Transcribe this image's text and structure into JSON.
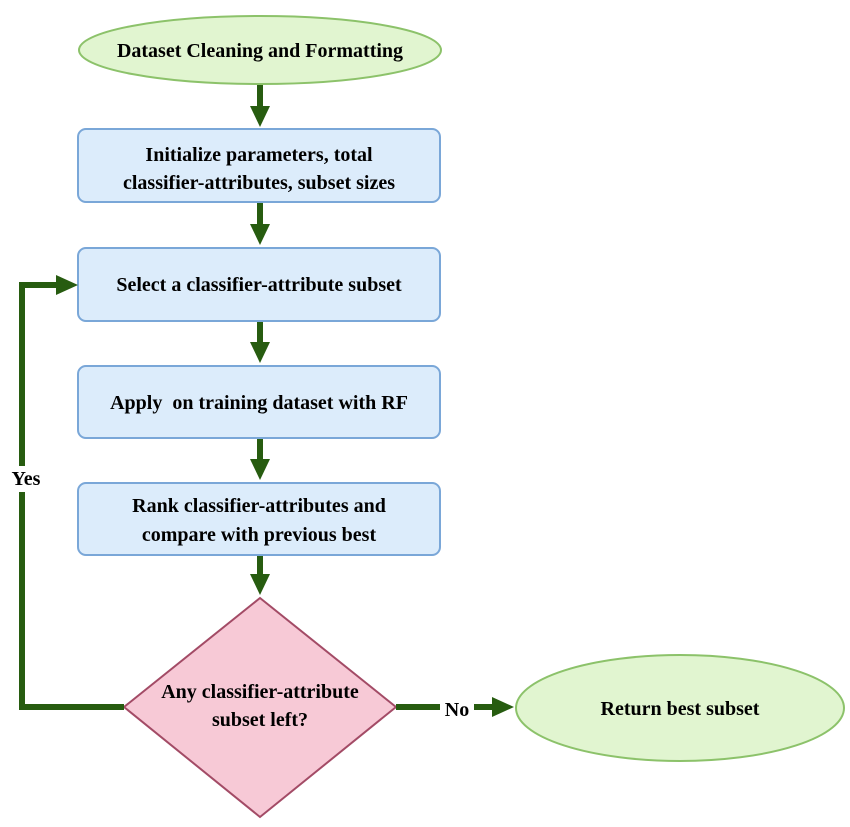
{
  "colors": {
    "ellipse_fill": "#e1f5d0",
    "ellipse_stroke": "#8cc26a",
    "box_fill": "#dcecfb",
    "box_stroke": "#7aa7d8",
    "diamond_fill": "#f7c9d6",
    "diamond_stroke": "#a34b66",
    "arrow": "#275c10"
  },
  "nodes": {
    "start": {
      "label": "Dataset Cleaning and Formatting"
    },
    "init": {
      "lines": [
        "Initialize parameters, total",
        "classifier-attributes, subset sizes"
      ]
    },
    "select": {
      "label": "Select a classifier-attribute subset"
    },
    "apply": {
      "label": "Apply  on training dataset with RF"
    },
    "rank": {
      "lines": [
        "Rank classifier-attributes and",
        "compare with previous best"
      ]
    },
    "decision": {
      "lines": [
        "Any classifier-attribute",
        "subset left?"
      ]
    },
    "end": {
      "label": "Return best subset"
    }
  },
  "edges": {
    "yes_label": "Yes",
    "no_label": "No"
  }
}
